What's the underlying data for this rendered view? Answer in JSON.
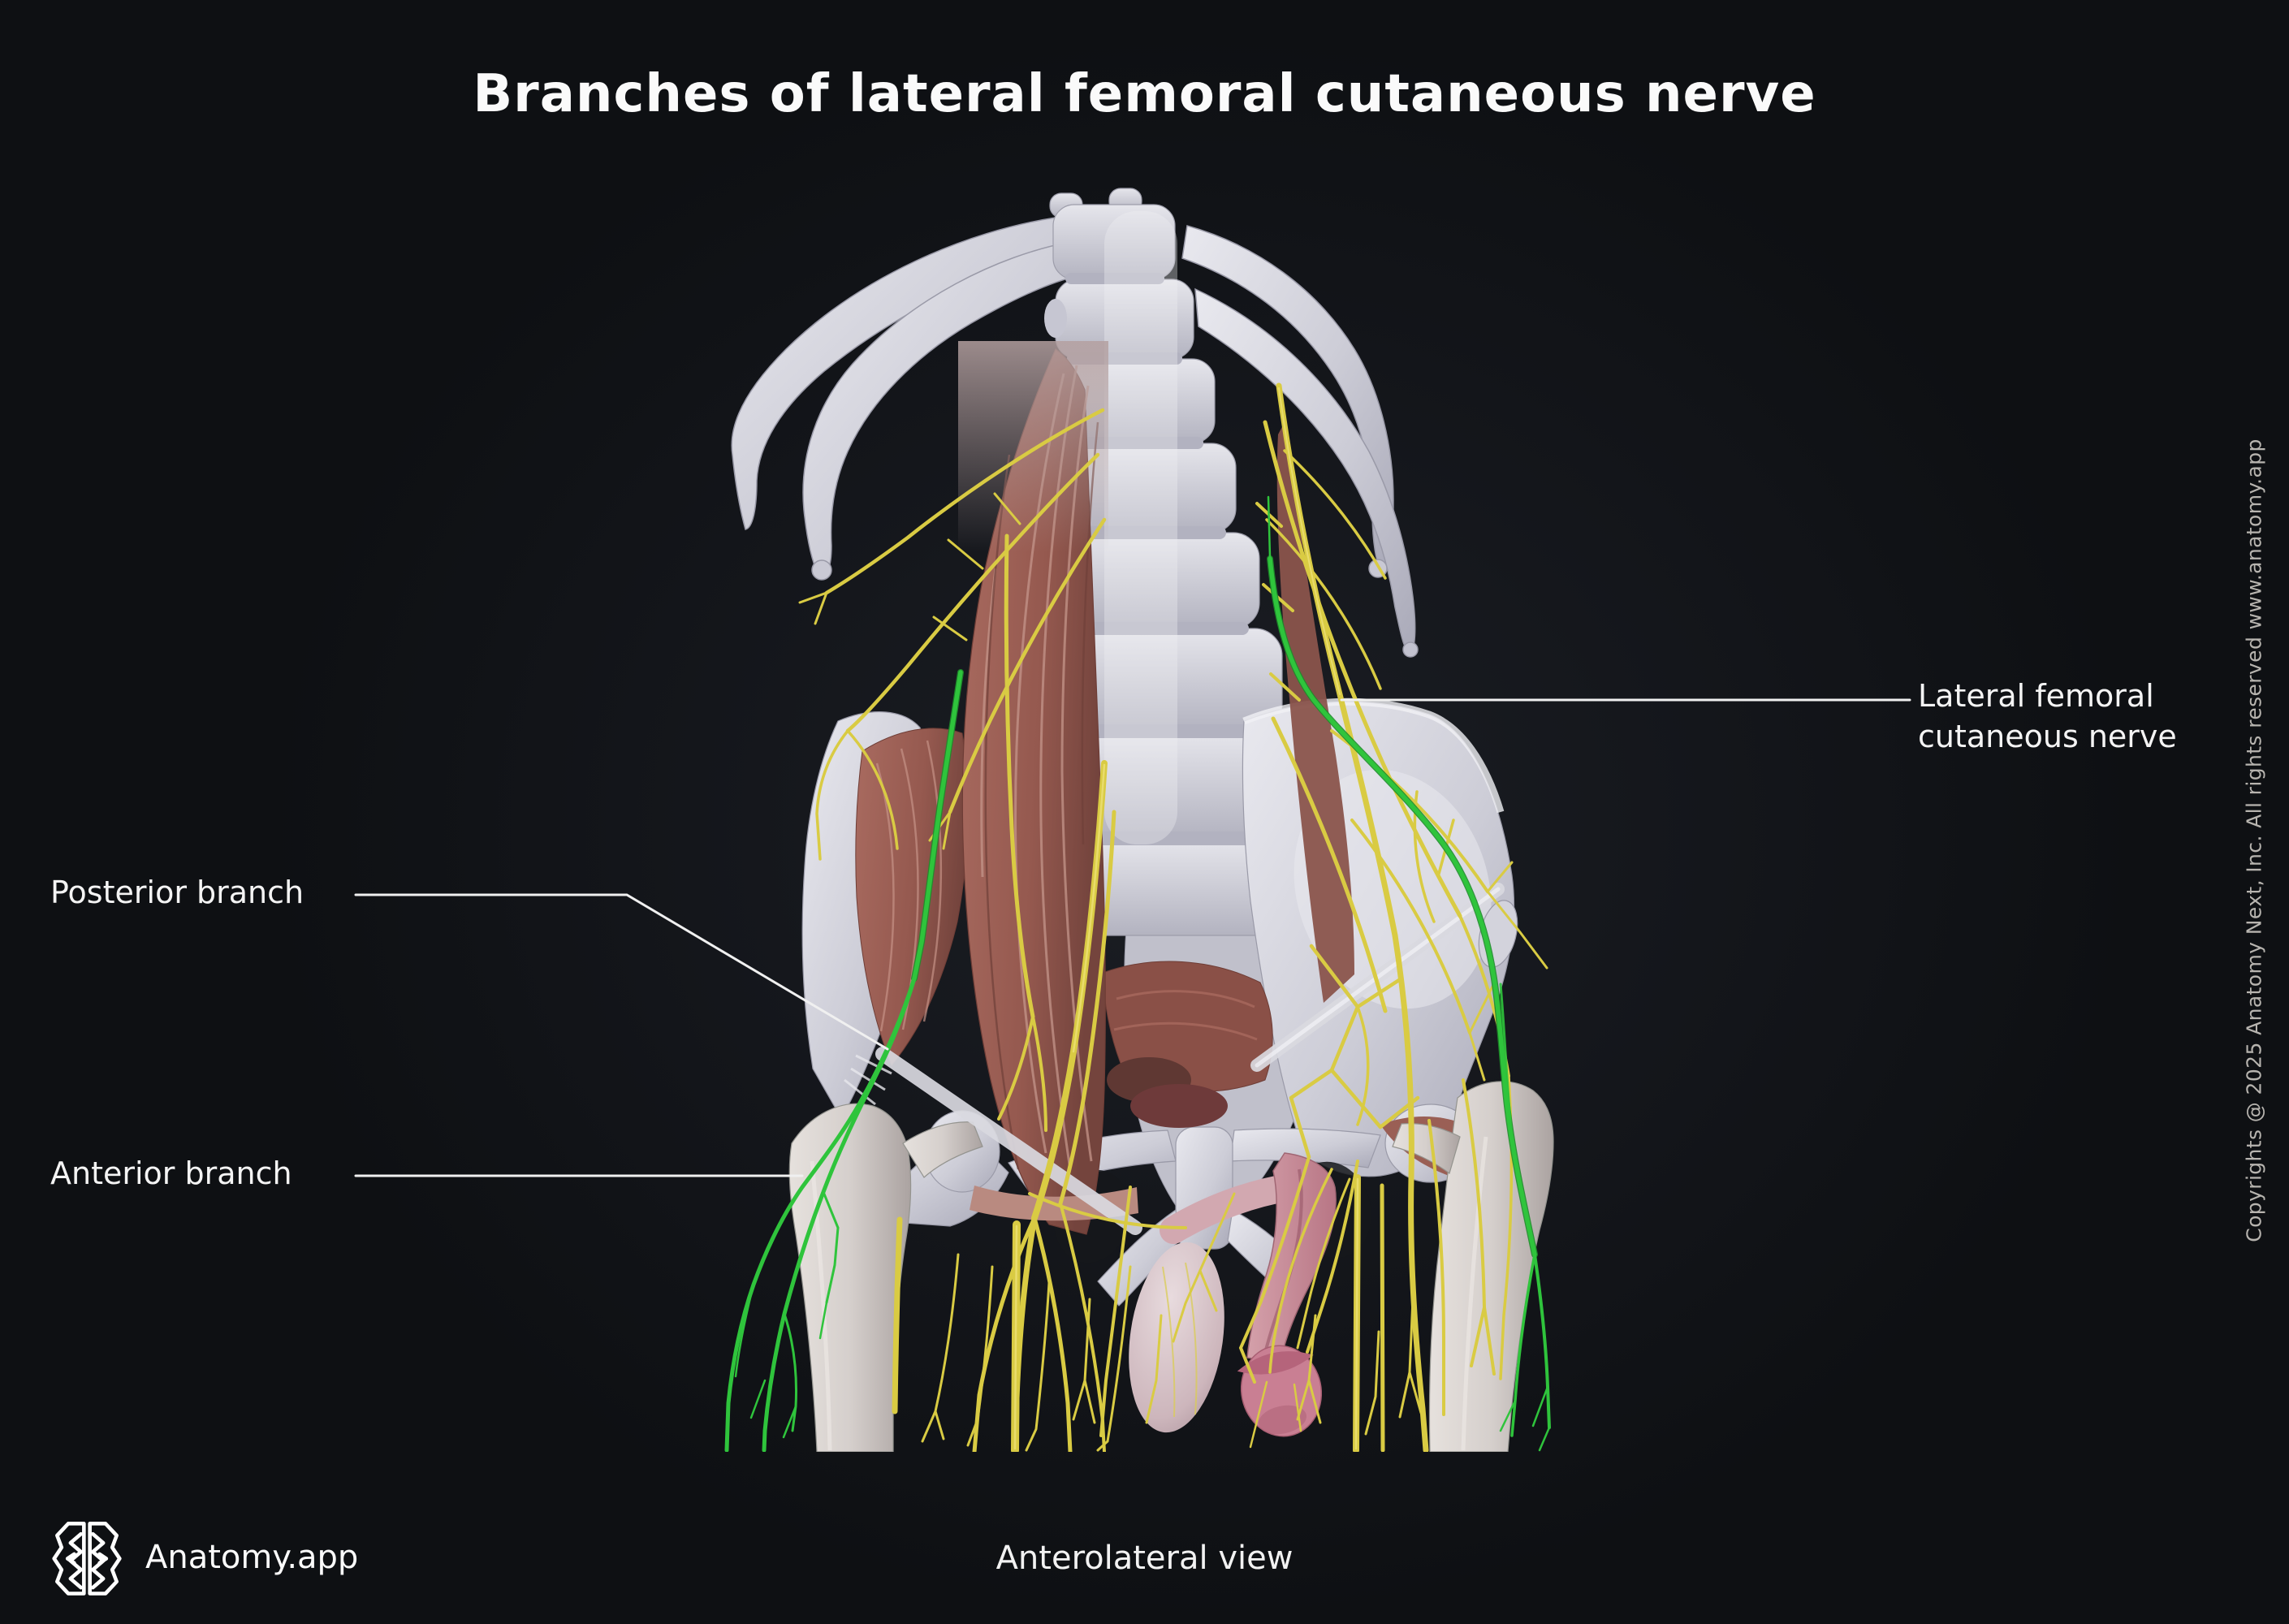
{
  "title": "Branches of lateral femoral cutaneous nerve",
  "labels": {
    "lfcn": {
      "text": "Lateral femoral\ncutaneous nerve"
    },
    "posterior": {
      "text": "Posterior branch"
    },
    "anterior": {
      "text": "Anterior branch"
    }
  },
  "footer": {
    "brand": "Anatomy.app",
    "view": "Anterolateral view"
  },
  "copyright": "Copyrights @ 2025 Anatomy Next, Inc. All rights reserved www.anatomy.app",
  "figure": {
    "type": "3d-anatomy-render",
    "highlighted_structure": "Lateral femoral cutaneous nerve with anterior and posterior branches"
  },
  "icons": [
    {
      "name": "anatomy-app-logo",
      "meaning": "stylized geometric brain logo"
    }
  ],
  "colors": {
    "background": "#101216",
    "nerve_yellow": "#d9cb43",
    "nerve_green_highlight": "#2fc43c",
    "bone": "#d6d6dc",
    "muscle": "#9a6057",
    "skin_pink": "#cb8495",
    "label_text": "#f4f4f4",
    "copyright_text": "#b7b4af",
    "leader_line": "#f0f0f0"
  }
}
